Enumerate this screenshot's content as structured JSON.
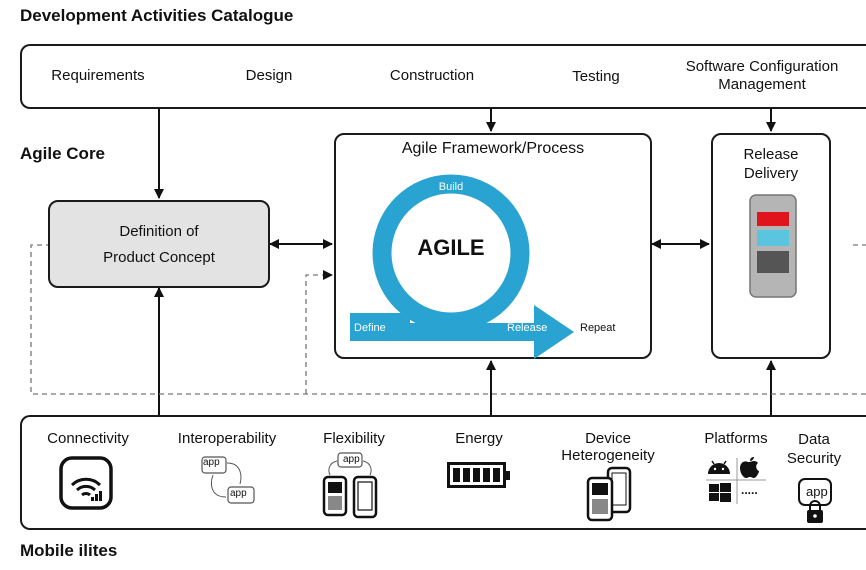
{
  "titles": {
    "catalogue": "Development Activities Catalogue",
    "core": "Agile Core",
    "ilites": "Mobile ilites"
  },
  "activities": {
    "requirements": "Requirements",
    "design": "Design",
    "construction": "Construction",
    "testing": "Testing",
    "scm_line1": "Software Configuration",
    "scm_line2": "Management"
  },
  "concept": {
    "line1": "Definition of",
    "line2": "Product Concept"
  },
  "framework": {
    "title": "Agile Framework/Process",
    "center": "AGILE",
    "build": "Build",
    "define": "Define",
    "release": "Release",
    "repeat": "Repeat"
  },
  "release_delivery": {
    "line1": "Release",
    "line2": "Delivery"
  },
  "ilites": {
    "connectivity": "Connectivity",
    "interoperability": "Interoperability",
    "flexibility": "Flexibility",
    "energy": "Energy",
    "device_line1": "Device",
    "device_line2": "Heterogeneity",
    "platforms": "Platforms",
    "security_line1": "Data",
    "security_line2": "Security",
    "app": "app",
    "platform_more": "....."
  },
  "colors": {
    "agile_blue": "#29a3d1",
    "concept_fill": "#e3e3e3",
    "phone_red": "#e0141c",
    "phone_blue": "#5bc4de",
    "phone_grey": "#555555"
  }
}
